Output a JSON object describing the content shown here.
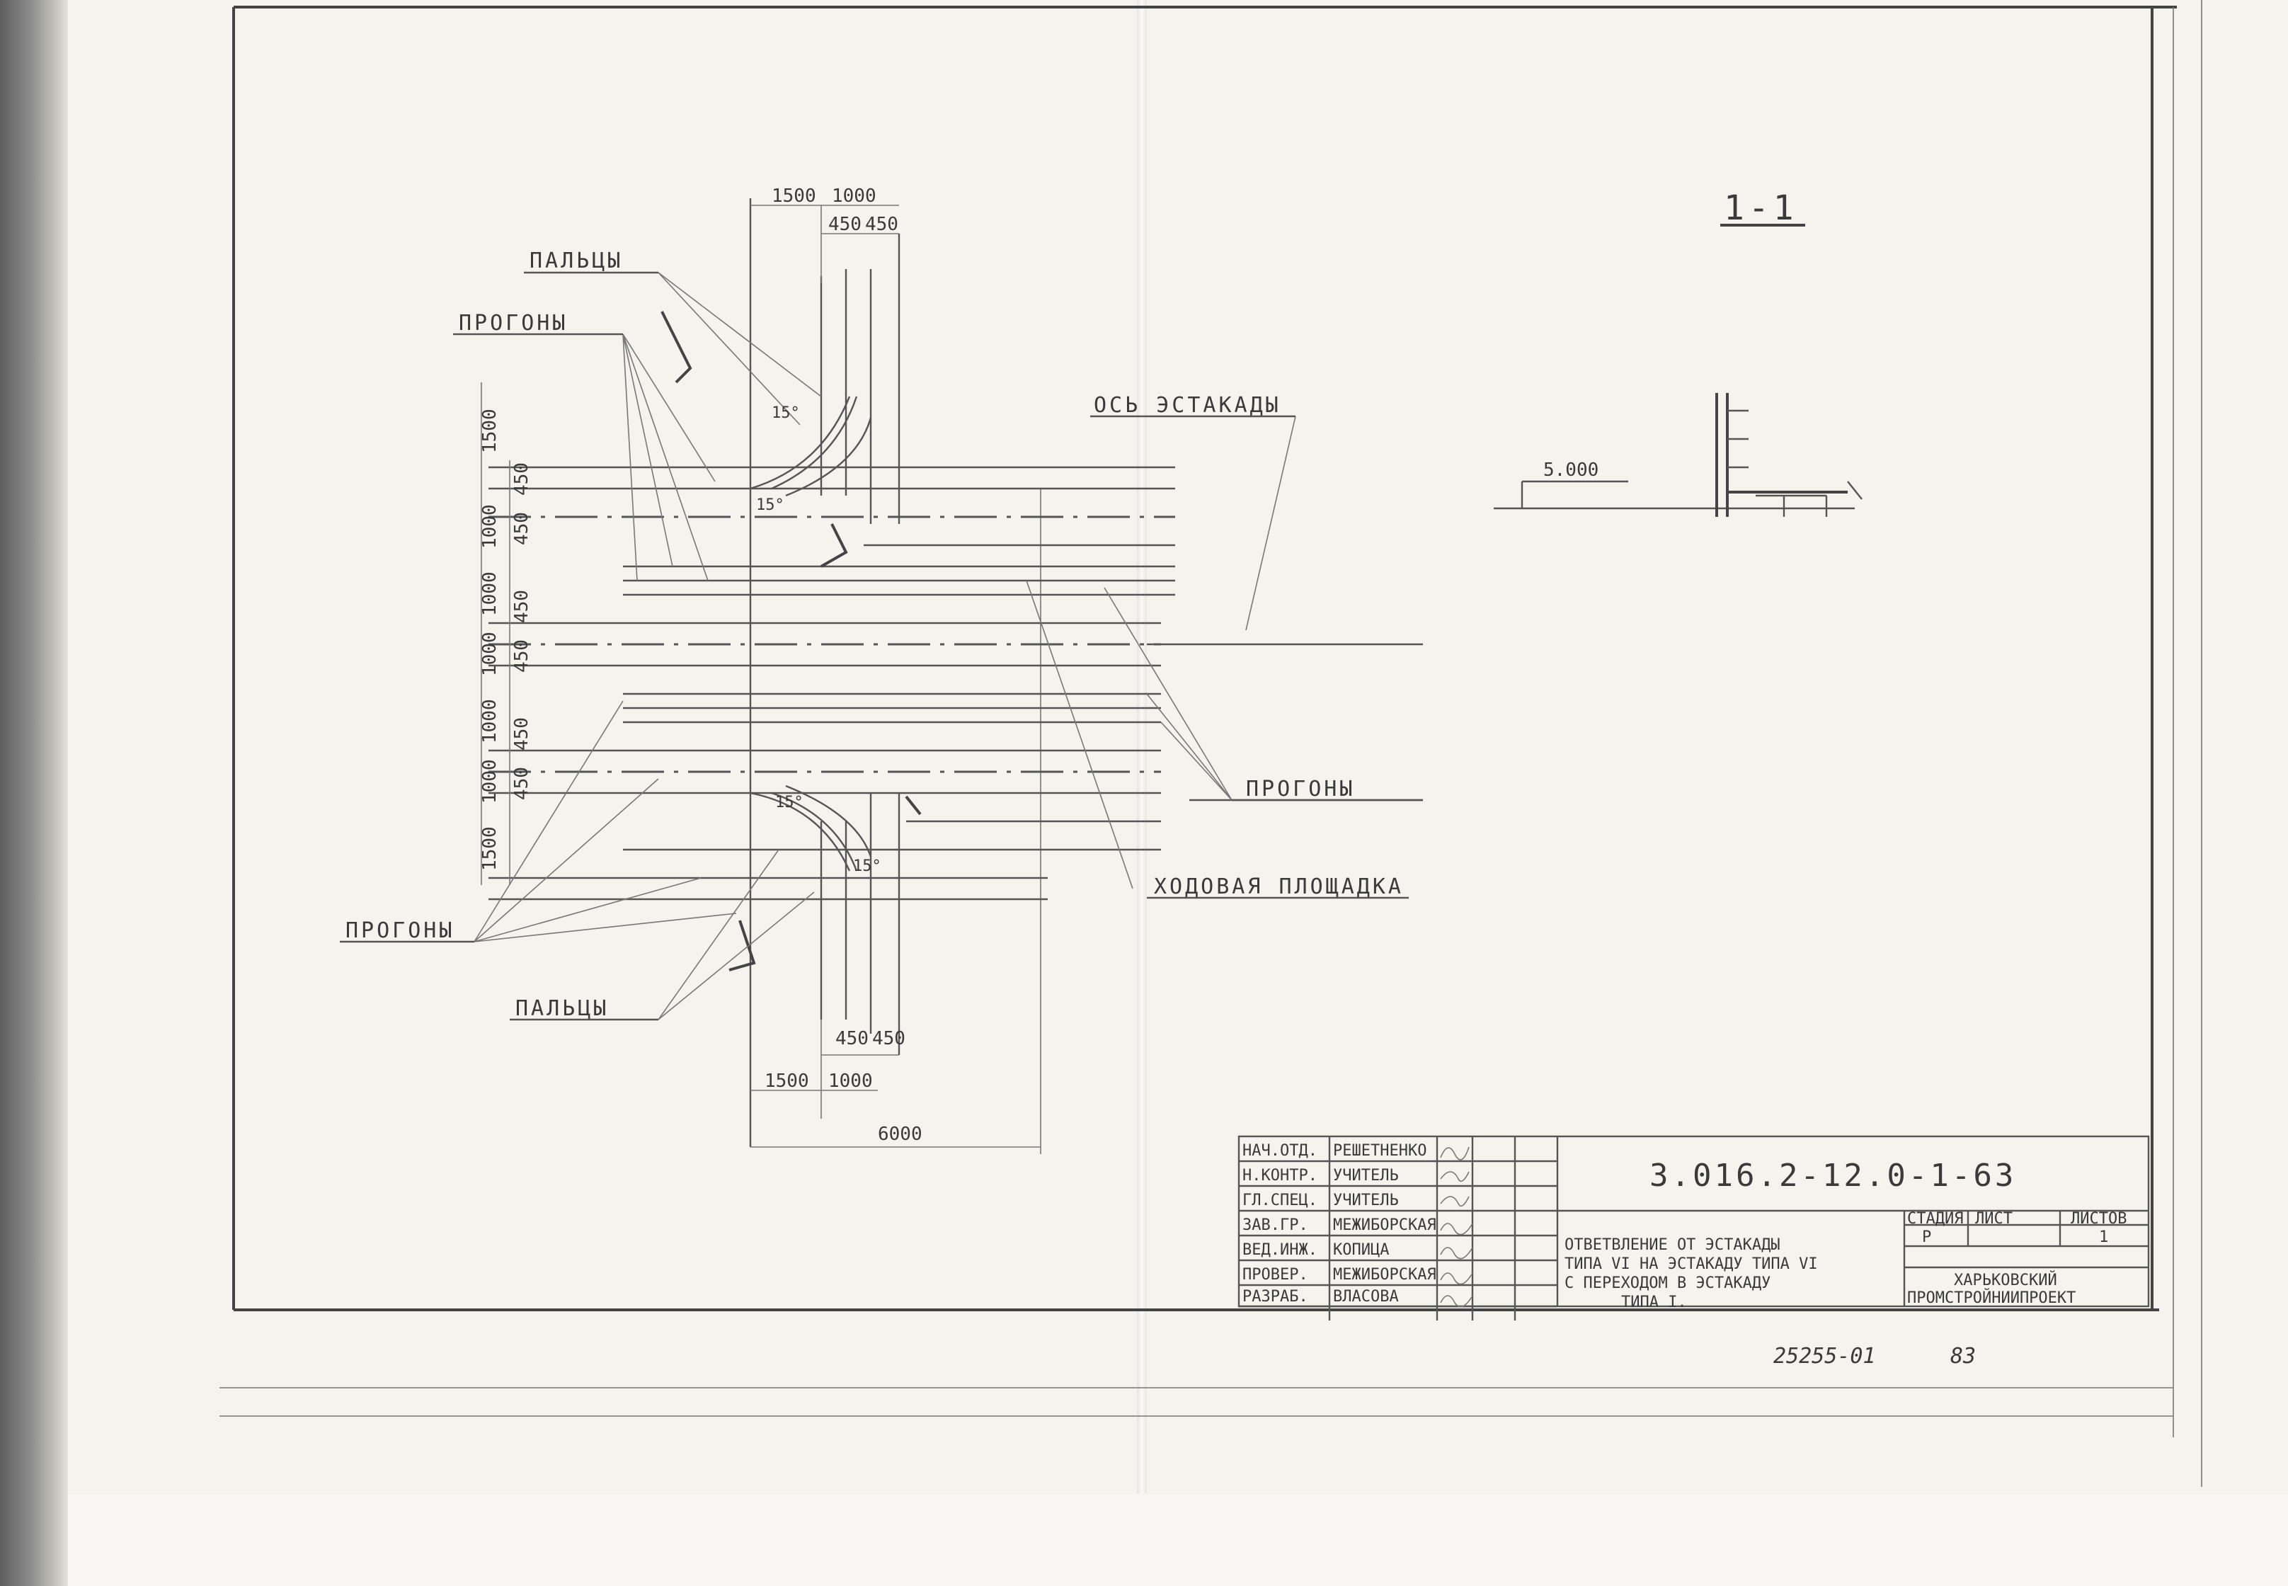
{
  "section": {
    "mark": "1-1",
    "elevation": "5.000"
  },
  "labels": {
    "fingers_top": "ПАЛЬЦЫ",
    "purlins_top": "ПРОГОНЫ",
    "trestle_axis": "ОСЬ ЭСТАКАДЫ",
    "purlins_right": "ПРОГОНЫ",
    "walkway": "ХОДОВАЯ ПЛОЩАДКА",
    "purlins_bottom": "ПРОГОНЫ",
    "fingers_bottom": "ПАЛЬЦЫ"
  },
  "dimensions": {
    "top_a": "1500",
    "top_b": "1000",
    "top_c": "450",
    "top_d": "450",
    "left_1": "1500",
    "left_2": "1000",
    "left_3": "450",
    "left_4": "450",
    "left_5": "1000",
    "left_6": "1000",
    "left_7": "450",
    "left_8": "450",
    "left_9": "1000",
    "left_10": "1000",
    "left_11": "450",
    "left_12": "450",
    "left_13": "1500",
    "bot_a": "450",
    "bot_b": "450",
    "bot_c": "1500",
    "bot_d": "1000",
    "bot_total": "6000",
    "angle_1": "15°",
    "angle_2": "15°",
    "angle_3": "15°",
    "angle_4": "15°"
  },
  "title_block": {
    "roles": [
      "НАЧ.ОТД.",
      "Н.КОНТР.",
      "ГЛ.СПЕЦ.",
      "ЗАВ.ГР.",
      "ВЕД.ИНЖ.",
      "ПРОВЕР.",
      "РАЗРАБ."
    ],
    "names": [
      "РЕШЕТНЕНКО",
      "УЧИТЕЛЬ",
      "УЧИТЕЛЬ",
      "МЕЖИБОРСКАЯ",
      "КОПИЦА",
      "МЕЖИБОРСКАЯ",
      "ВЛАСОВА"
    ],
    "code": "3.016.2-12.0-1-63",
    "description": [
      "ОТВЕТВЛЕНИЕ ОТ ЭСТАКАДЫ",
      "ТИПА VI НА ЭСТАКАДУ ТИПА VI",
      "С ПЕРЕХОДОМ В ЭСТАКАДУ",
      "ТИПА I."
    ],
    "stage_header": "СТАДИЯ",
    "sheet_header": "ЛИСТ",
    "sheets_header": "ЛИСТОВ",
    "stage_value": "Р",
    "sheets_value": "1",
    "org_line1": "ХАРЬКОВСКИЙ",
    "org_line2": "ПРОМСТРОЙНИИПРОЕКТ"
  },
  "archive": {
    "number": "25255-01",
    "page": "83"
  }
}
